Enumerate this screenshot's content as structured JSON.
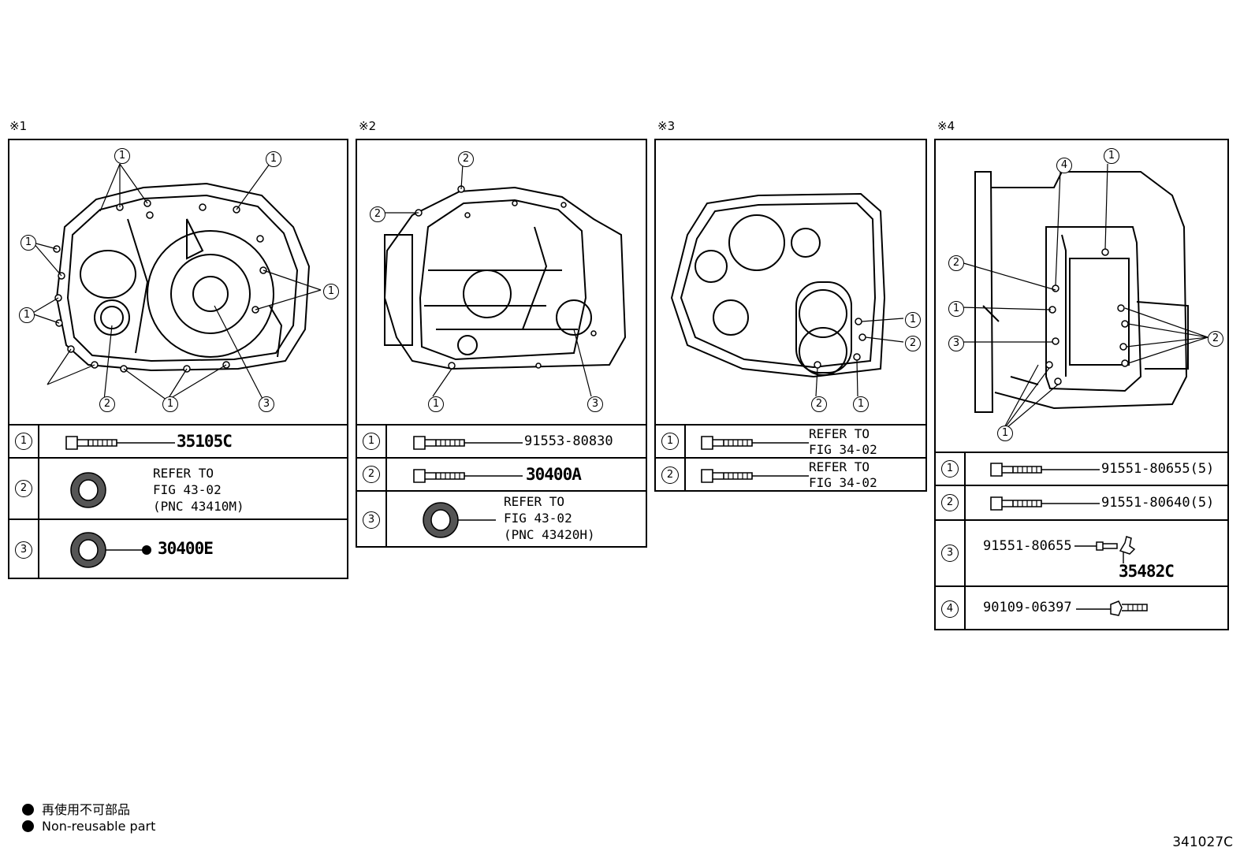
{
  "panels": [
    {
      "label": "※1",
      "callouts": [
        "1",
        "1",
        "1",
        "1",
        "1",
        "2",
        "1",
        "3"
      ],
      "rows": [
        {
          "num": "1",
          "icon": "bolt-icon",
          "part": "35105C"
        },
        {
          "num": "2",
          "icon": "oil-seal-icon",
          "ref": [
            "REFER TO",
            "FIG 43-02",
            "(PNC 43410M)"
          ]
        },
        {
          "num": "3",
          "icon": "oil-seal-icon",
          "part": "30400E",
          "non_reusable": true
        }
      ]
    },
    {
      "label": "※2",
      "callouts": [
        "2",
        "2",
        "1",
        "3"
      ],
      "rows": [
        {
          "num": "1",
          "icon": "bolt-icon",
          "part": "91553-80830"
        },
        {
          "num": "2",
          "icon": "bolt-icon",
          "part": "30400A"
        },
        {
          "num": "3",
          "icon": "oil-seal-icon",
          "ref": [
            "REFER TO",
            "FIG 43-02",
            "(PNC 43420H)"
          ]
        }
      ]
    },
    {
      "label": "※3",
      "callouts": [
        "1",
        "2",
        "2",
        "1"
      ],
      "rows": [
        {
          "num": "1",
          "icon": "bolt-icon",
          "ref": [
            "REFER TO",
            "FIG 34-02"
          ]
        },
        {
          "num": "2",
          "icon": "bolt-icon",
          "ref": [
            "REFER TO",
            "FIG 34-02"
          ]
        }
      ]
    },
    {
      "label": "※4",
      "callouts": [
        "4",
        "1",
        "2",
        "1",
        "3",
        "2",
        "1"
      ],
      "rows": [
        {
          "num": "1",
          "icon": "bolt-icon",
          "part": "91551-80655(5)"
        },
        {
          "num": "2",
          "icon": "bolt-icon",
          "part": "91551-80640(5)"
        },
        {
          "num": "3",
          "icon": "bracket-bolt-icon",
          "part": "91551-80655",
          "part2": "35482C"
        },
        {
          "num": "4",
          "icon": "stud-bolt-icon",
          "part": "90109-06397"
        }
      ]
    }
  ],
  "legend": {
    "jp": "再使用不可部品",
    "en": "Non-reusable part"
  },
  "figure_number": "341027C"
}
